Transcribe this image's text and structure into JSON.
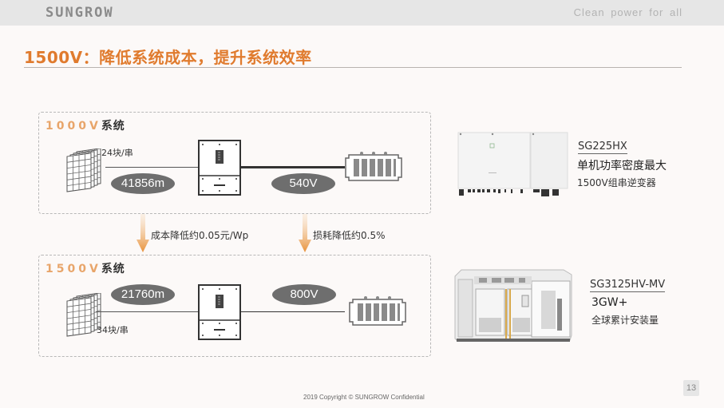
{
  "header": {
    "logo": "SUNGROW",
    "tagline": "Clean power for all"
  },
  "slide": {
    "title": "1500V：降低系统成本，提升系统效率",
    "page_number": "13"
  },
  "systems": [
    {
      "voltage_label": "1000V",
      "suffix": "系统",
      "modules_per_string": "24块/串",
      "cable_length": "41856m",
      "ac_voltage": "540V"
    },
    {
      "voltage_label": "1500V",
      "suffix": "系统",
      "modules_per_string": "34块/串",
      "cable_length": "21760m",
      "ac_voltage": "800V"
    }
  ],
  "benefits": [
    {
      "icon": "arrow-down-icon",
      "text": "成本降低约0.05元/Wp"
    },
    {
      "icon": "arrow-down-icon",
      "text": "损耗降低约0.5%"
    }
  ],
  "products": [
    {
      "name": "SG225HX",
      "line1": "单机功率密度最大",
      "line2": "1500V组串逆变器"
    },
    {
      "name": "SG3125HV-MV",
      "line1": "3GW+",
      "line2": "全球累计安装量"
    }
  ],
  "footer": {
    "copyright": "2019 Copyright © SUNGROW Confidential"
  },
  "colors": {
    "accent": "#e07b2e",
    "arrow": "#e8913a",
    "pill": "#6e6e6e",
    "header_bg": "#e6e6e6"
  }
}
